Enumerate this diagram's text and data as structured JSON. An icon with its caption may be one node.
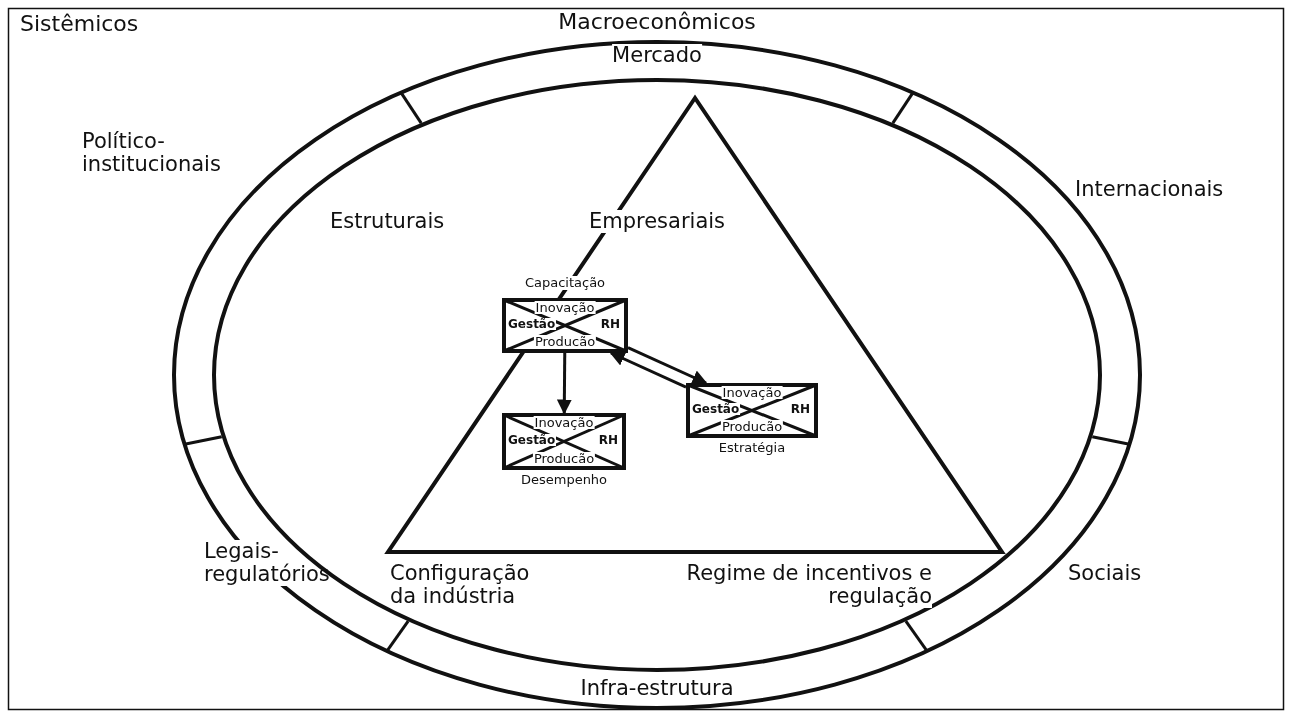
{
  "diagram": {
    "nodes": [
      {
        "text": [
          "Sistêmicos"
        ]
      },
      {
        "text": [
          "Macroeconômicos",
          "Político- institucionais",
          "Internacionais",
          "Legais- regulatórios",
          "Sociais",
          "Infra-estrutura"
        ],
        "in": 0
      },
      {
        "text": [
          "Mercado",
          "Estruturais",
          "Configuração da indústria",
          "Regime de incentivos e regulação"
        ],
        "in": 1
      },
      {
        "text": [
          "Empresariais"
        ],
        "in": 2
      },
      {
        "text": [
          "Inovação",
          "Gestão",
          "RH",
          "Producão"
        ],
        "beside": [
          "Capacitação"
        ],
        "in": 3
      },
      {
        "text": [
          "Inovação",
          "Gestão",
          "RH",
          "Producão"
        ],
        "beside": [
          "Estratégia"
        ],
        "in": 3
      },
      {
        "text": [
          "Inovação",
          "Gestão",
          "RH",
          "Producão"
        ],
        "beside": [
          "Desempenho"
        ],
        "in": 3
      }
    ],
    "edges": [
      {
        "from": 4,
        "to": 6,
        "arrow": "to"
      },
      {
        "from": 4,
        "to": 5,
        "arrow": "to"
      },
      {
        "from": 5,
        "to": 4,
        "arrow": "to"
      }
    ]
  }
}
